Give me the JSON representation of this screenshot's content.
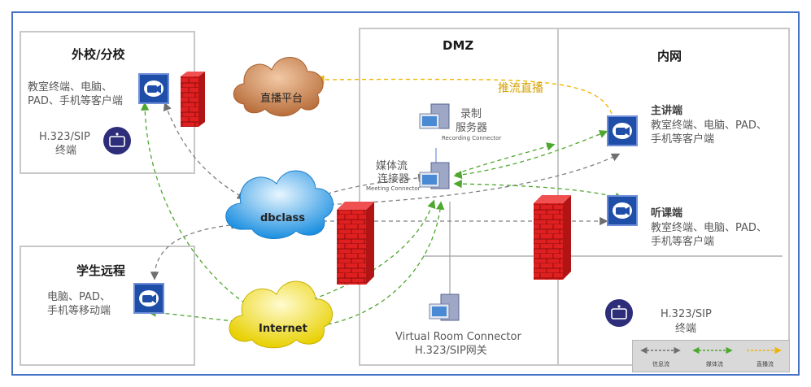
{
  "zones": {
    "external_school": {
      "title": "外校/分校",
      "client_text_1": "教室终端、电脑、",
      "client_text_2": "PAD、手机等客户端",
      "h323_text_1": "H.323/SIP",
      "h323_text_2": "终端"
    },
    "student_remote": {
      "title": "学生远程",
      "text_1": "电脑、PAD、",
      "text_2": "手机等移动端"
    },
    "dmz": {
      "title": "DMZ",
      "recording_1": "录制",
      "recording_2": "服务器",
      "recording_en": "Recording Connector",
      "media_1": "媒体流",
      "media_2": "连接器",
      "media_en": "Meeting Connector",
      "vrc_1": "Virtual Room Connector",
      "vrc_2": "H.323/SIP网关"
    },
    "intranet": {
      "title": "内网",
      "presenter_title": "主讲端",
      "presenter_1": "教室终端、电脑、PAD、",
      "presenter_2": "手机等客户端",
      "listener_title": "听课端",
      "listener_1": "教室终端、电脑、PAD、",
      "listener_2": "手机等客户端",
      "h323_1": "H.323/SIP",
      "h323_2": "终端"
    }
  },
  "clouds": {
    "live_platform": "直播平台",
    "dbclass": "dbclass",
    "internet": "Internet"
  },
  "push_label": "推流直播",
  "legend": {
    "signal": "信息流",
    "media": "媒体流",
    "live": "直播流"
  },
  "colors": {
    "signal": "#7f7f7f",
    "media": "#4ea72e",
    "live": "#f0b400",
    "zoom_blue": "#1f4ea8",
    "firewall_red": "#e02020",
    "frame_blue": "#4472c4"
  },
  "icons": [
    "zoom-client-icon",
    "h323-terminal-icon",
    "firewall-icon",
    "server-icon",
    "cloud-icon"
  ]
}
